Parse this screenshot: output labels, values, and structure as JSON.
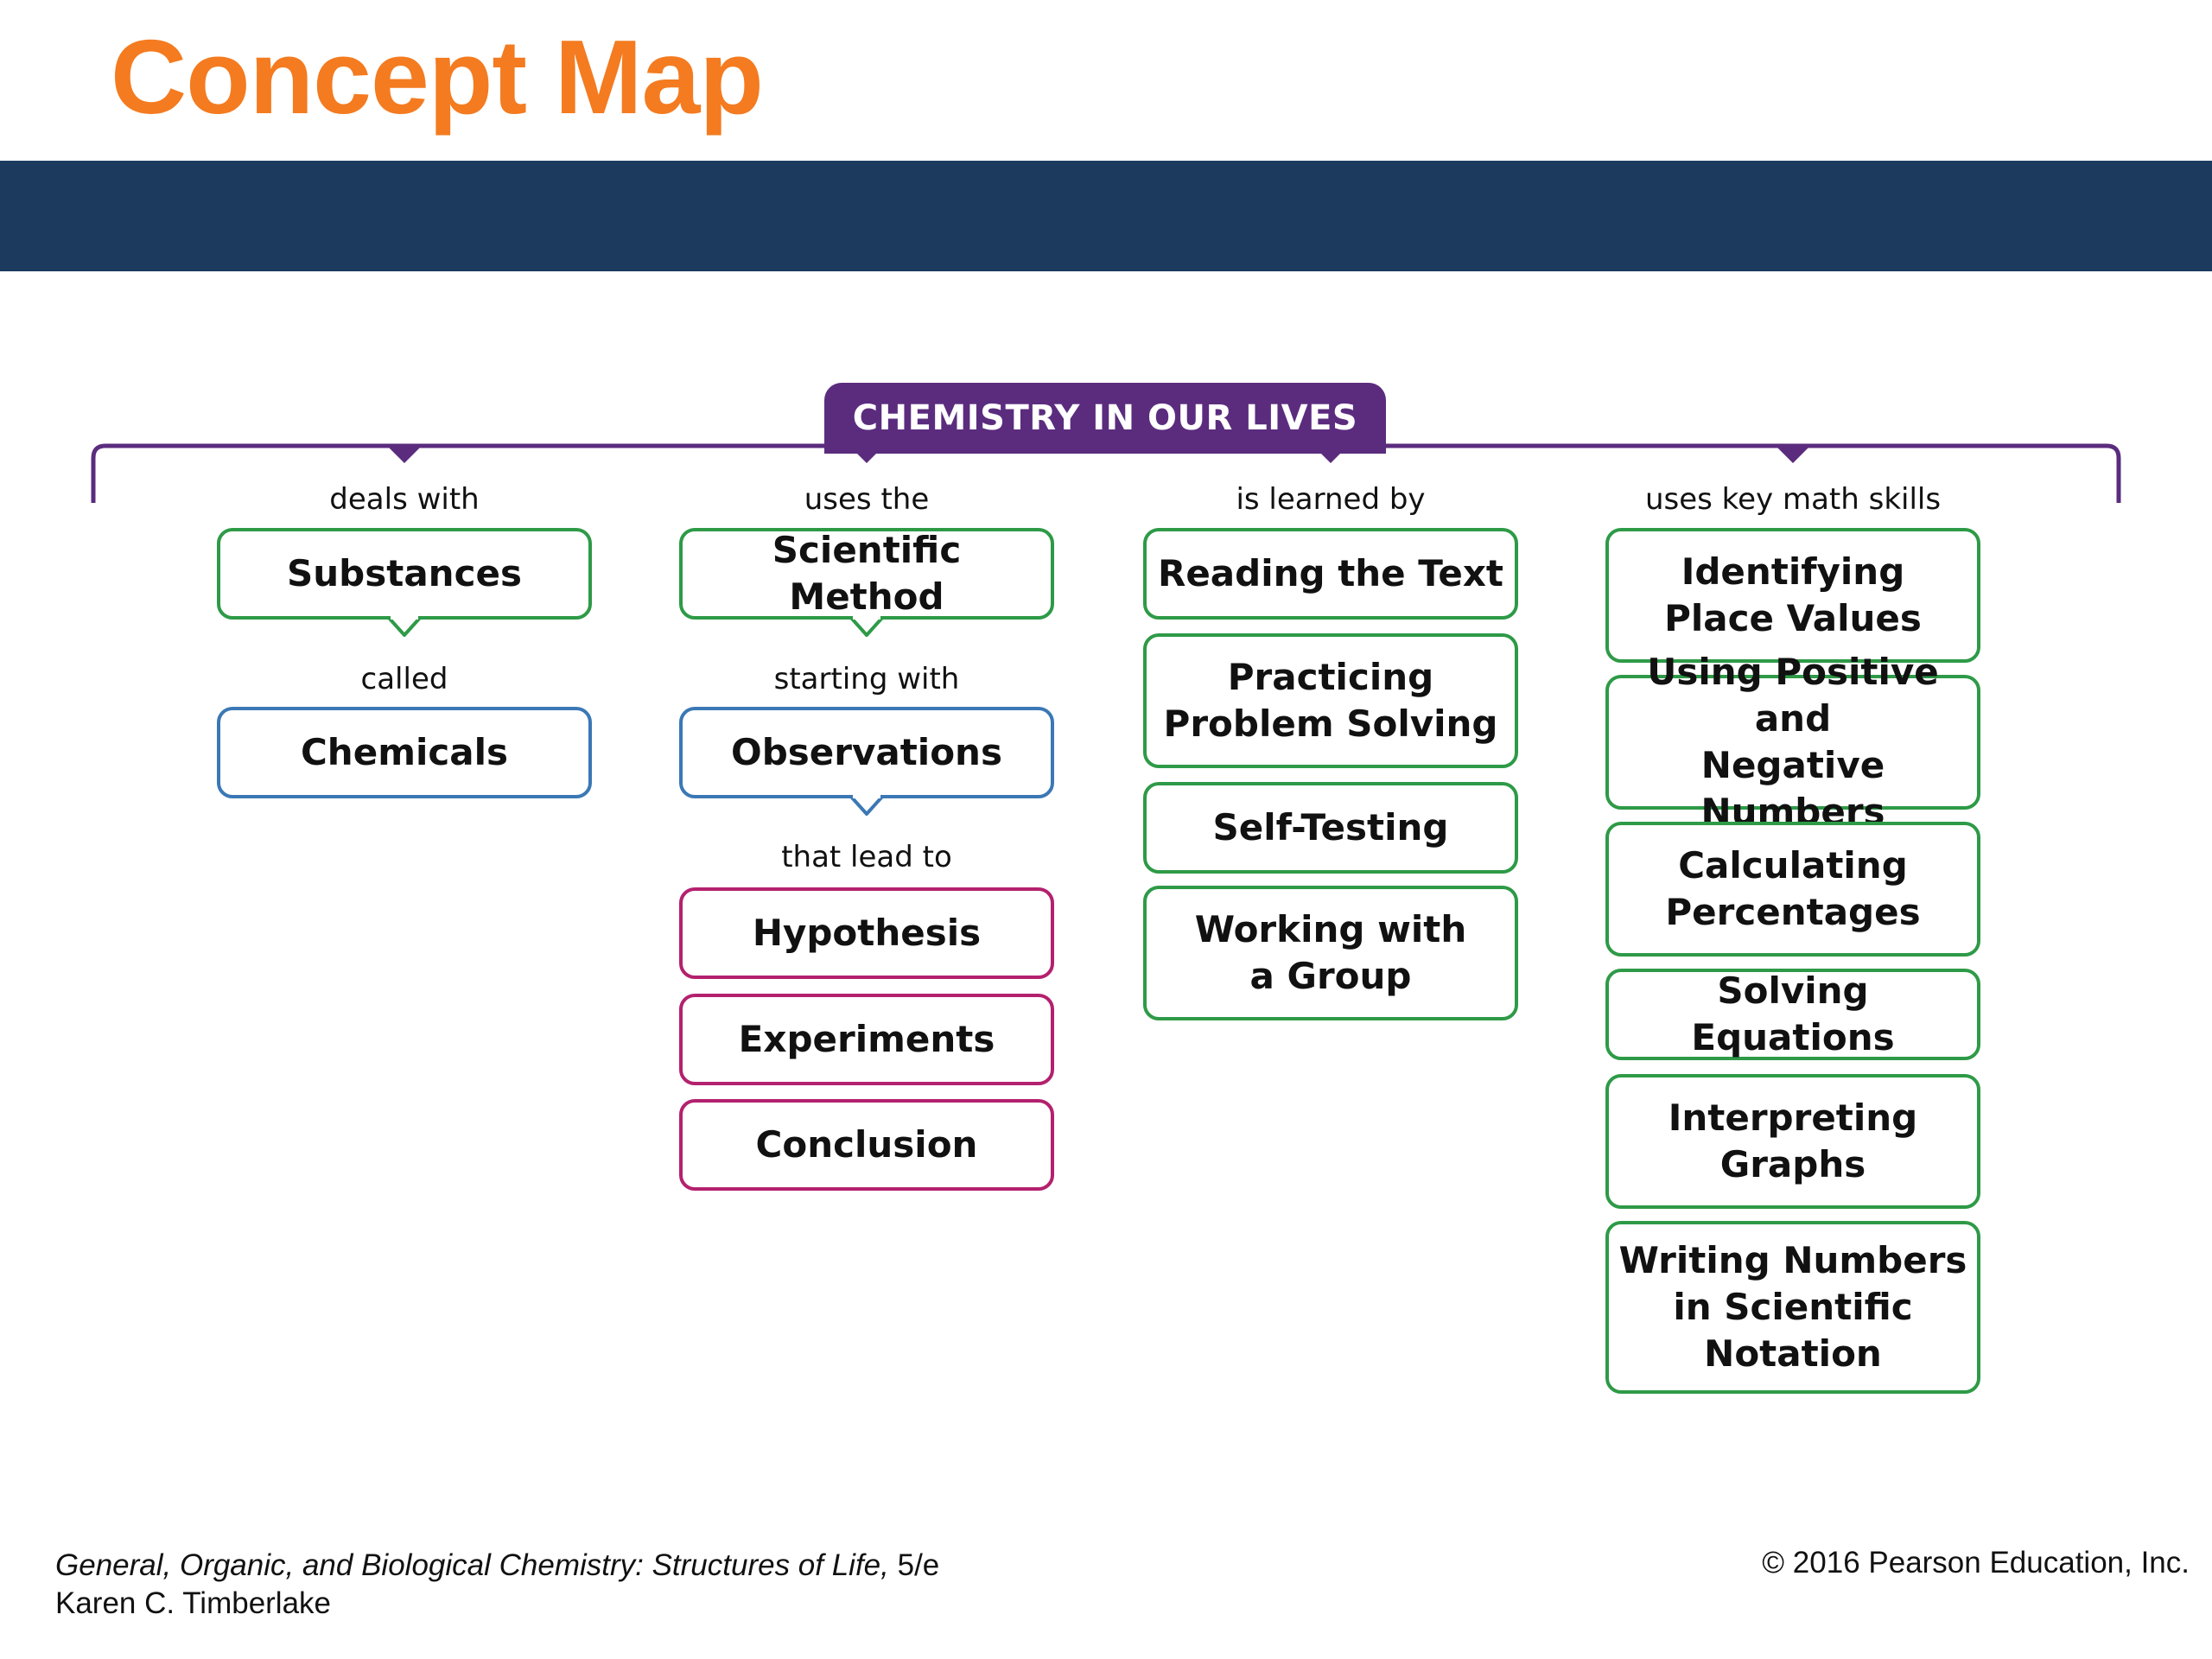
{
  "title": "Concept Map",
  "colors": {
    "title": "#f47b20",
    "banner": "#1b3a5e",
    "root": "#5b2c7e",
    "green": "#2e9a47",
    "blue": "#3b78b5",
    "magenta": "#b3216e"
  },
  "concept_map": {
    "root": "CHEMISTRY IN OUR LIVES",
    "branches": [
      {
        "link": "deals with",
        "node": "Substances",
        "color": "#2e9a47",
        "next_link": "called",
        "next_node": "Chemicals",
        "next_color": "#3b78b5"
      },
      {
        "link": "uses the",
        "node": "Scientific Method",
        "color": "#2e9a47",
        "next_link": "starting with",
        "next_node": "Observations",
        "next_color": "#3b78b5",
        "then_link": "that lead to",
        "then_nodes": [
          "Hypothesis",
          "Experiments",
          "Conclusion"
        ],
        "then_color": "#b3216e"
      },
      {
        "link": "is learned by",
        "nodes": [
          "Reading the Text",
          "Practicing\nProblem Solving",
          "Self-Testing",
          "Working with\na Group"
        ],
        "color": "#2e9a47"
      },
      {
        "link": "uses key math skills",
        "nodes": [
          "Identifying\nPlace Values",
          "Using Positive and\nNegative Numbers",
          "Calculating\nPercentages",
          "Solving Equations",
          "Interpreting\nGraphs",
          "Writing Numbers\nin Scientific\nNotation"
        ],
        "color": "#2e9a47"
      }
    ]
  },
  "footer": {
    "book": "General, Organic, and Biological Chemistry: Structures of Life,",
    "edition": " 5/e",
    "author": "Karen C. Timberlake",
    "copyright": "© 2016 Pearson Education, Inc."
  }
}
